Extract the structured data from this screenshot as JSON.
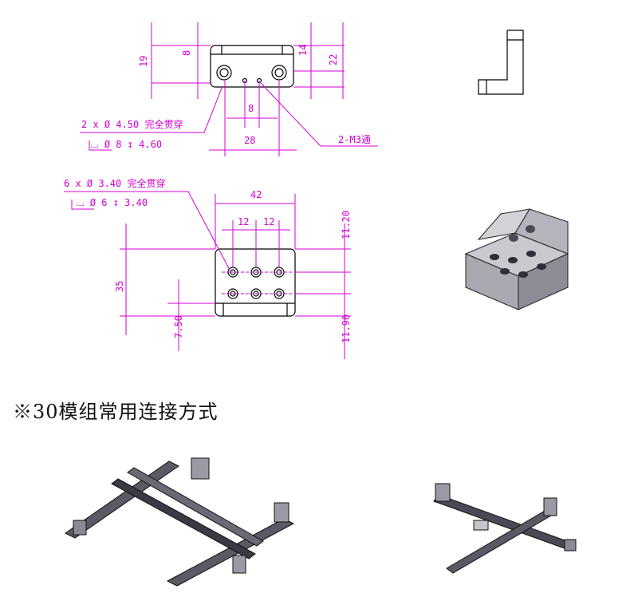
{
  "top_view": {
    "dims": [
      "19",
      "8",
      "14",
      "22",
      "8",
      "28"
    ],
    "note1_line1": "2 x Ø 4.50 完全贯穿",
    "note1_line2": "⌴ Ø 8 ↧ 4.60",
    "note2": "2-M3通"
  },
  "plan_view": {
    "dims": [
      "42",
      "12",
      "12",
      "35",
      "7.50",
      "11.20",
      "11.90"
    ],
    "note_line1": "6 x Ø 3.40 完全贯穿",
    "note_line2": "⌴ Ø 6 ↧ 3.40"
  },
  "section_title": "※30模组常用连接方式"
}
